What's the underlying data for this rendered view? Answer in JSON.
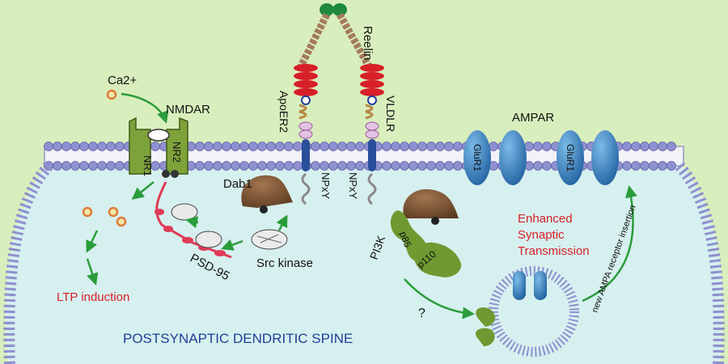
{
  "labels": {
    "ca2": "Ca2+",
    "nmdar": "NMDAR",
    "nr1": "NR1",
    "nr2": "NR2",
    "reelin": "Reelin",
    "apoer2": "ApoER2",
    "vldlr": "VLDLR",
    "npxy_left": "NPxY",
    "npxy_right": "NPxY",
    "dab1": "Dab1",
    "src_kinase": "Src kinase",
    "psd95": "PSD-95",
    "pi3k": "PI3K",
    "p85": "p85",
    "p110": "p110",
    "question": "?",
    "ampar": "AMPAR",
    "glur1_left": "GluR1",
    "glur1_right": "GluR1",
    "enhanced_1": "Enhanced",
    "enhanced_2": "Synaptic",
    "enhanced_3": "Transmission",
    "insertion": "new AMPA receptor insertion",
    "ltp": "LTP induction",
    "spine": "POSTSYNAPTIC DENDRITIC SPINE"
  },
  "colors": {
    "background": "#d9eebd",
    "cytoplasm": "#d6f0ef",
    "membrane": "#8f90cf",
    "nmdar": "#7ea23a",
    "receptor": "#2a72b5",
    "reelin": "#a47a5d",
    "dab1": "#7b5232",
    "pi3k": "#6f9a32",
    "arrow": "#2a9c3a",
    "psd95": "#e03a57",
    "label_red": "#d81f26",
    "label_blue": "#1f3e97"
  }
}
